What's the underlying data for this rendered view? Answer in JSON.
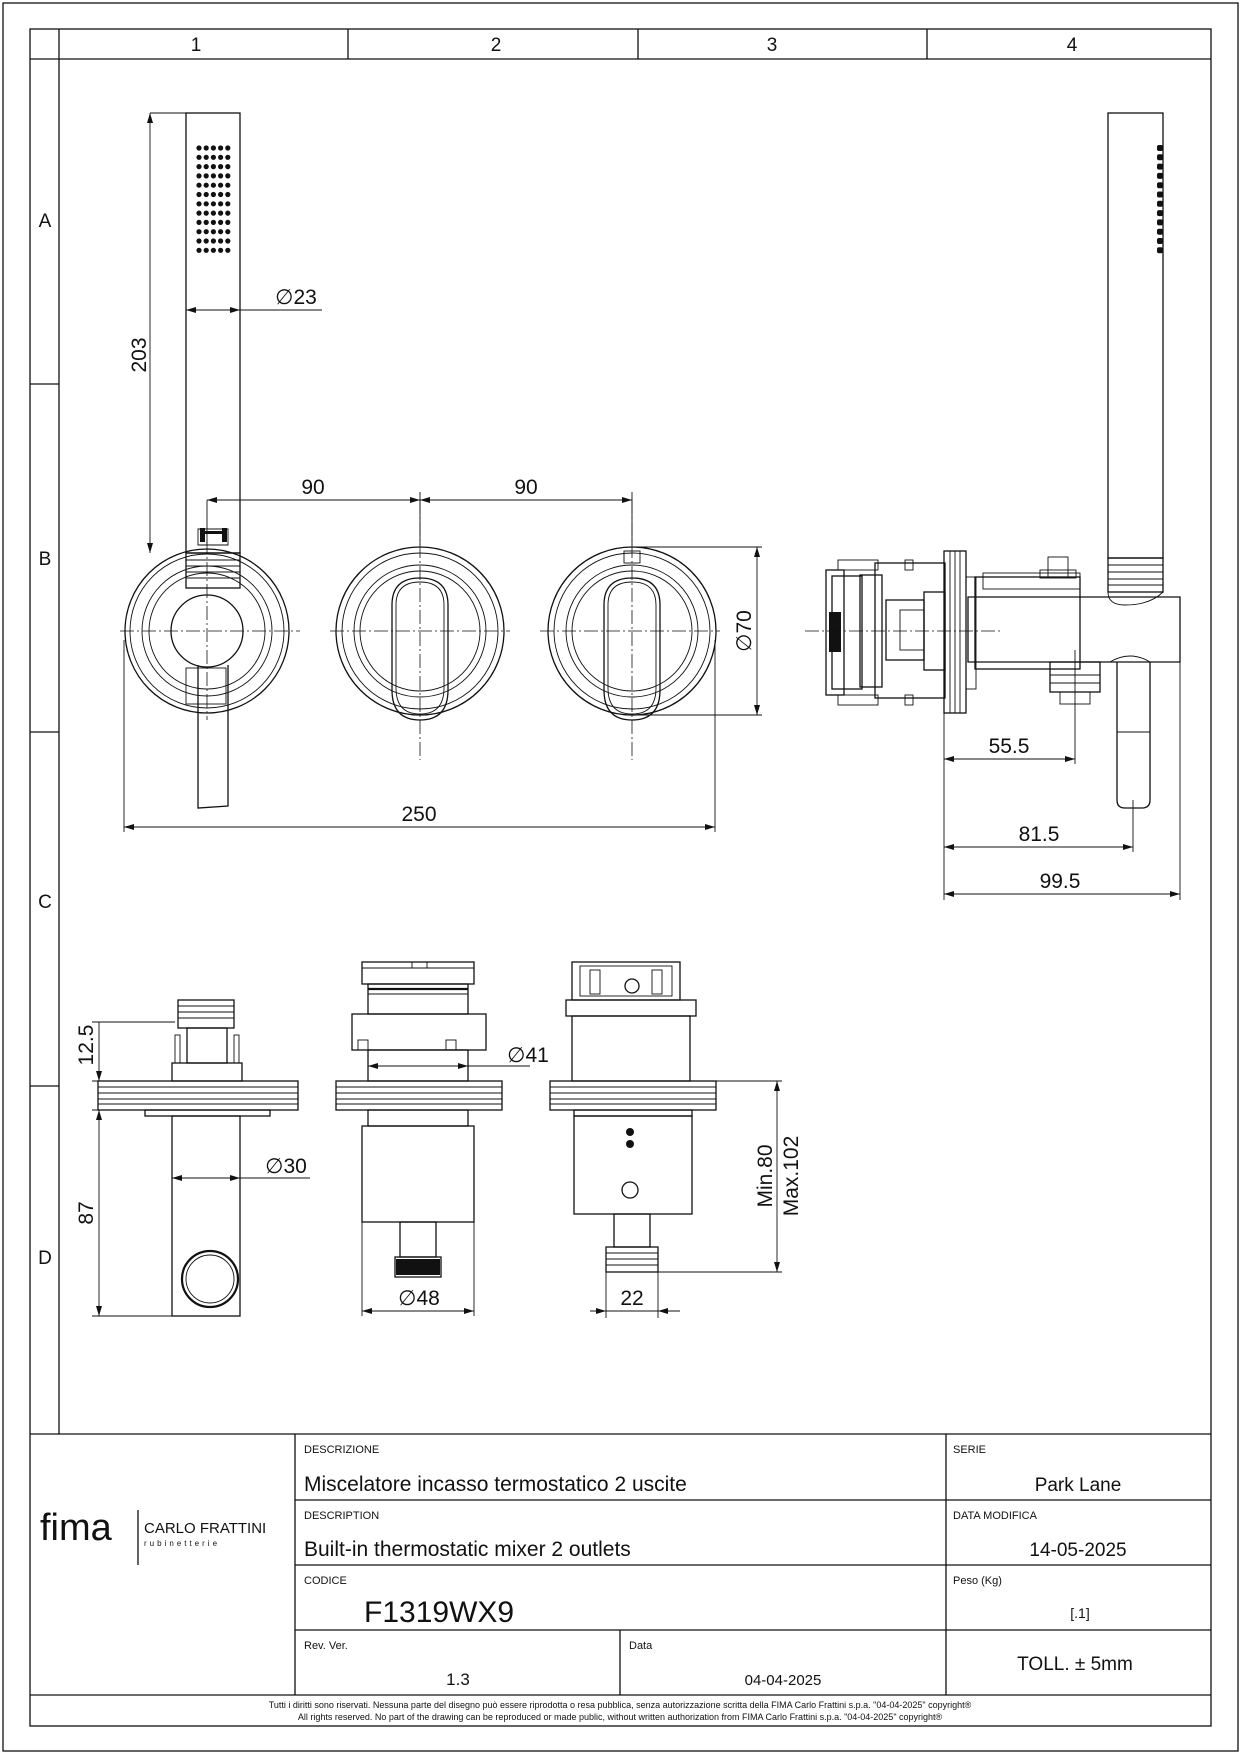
{
  "grid": {
    "columns": [
      "1",
      "2",
      "3",
      "4"
    ],
    "rows": [
      "A",
      "B",
      "C",
      "D"
    ]
  },
  "dimensions": {
    "handshower_length": "203",
    "handshower_diameter": "∅23",
    "spacing_left": "90",
    "spacing_right": "90",
    "plate_diameter": "∅70",
    "total_width": "250",
    "depth_55": "55.5",
    "depth_81": "81.5",
    "depth_99": "99.5",
    "top_12": "12.5",
    "body_87": "87",
    "diameter_30": "∅30",
    "diameter_41": "∅41",
    "diameter_48": "∅48",
    "width_22": "22",
    "min_80": "Min.80",
    "max_102": "Max.102"
  },
  "title_block": {
    "logo_text": "fima",
    "logo_brand": "CARLO FRATTINI",
    "logo_sub": "rubinetterie",
    "descrizione_label": "DESCRIZIONE",
    "descrizione_value": "Miscelatore incasso termostatico 2 uscite",
    "description_label": "DESCRIPTION",
    "description_value": "Built-in thermostatic mixer 2 outlets",
    "codice_label": "CODICE",
    "codice_value": "F1319WX9",
    "serie_label": "SERIE",
    "serie_value": "Park Lane",
    "data_modifica_label": "DATA MODIFICA",
    "data_modifica_value": "14-05-2025",
    "peso_label": "Peso (Kg)",
    "peso_value": "[.1]",
    "rev_label": "Rev. Ver.",
    "rev_value": "1.3",
    "data_label": "Data",
    "data_value": "04-04-2025",
    "toll_value": "TOLL. ± 5mm",
    "copyright_it": "Tutti i diritti sono riservati. Nessuna parte del disegno può essere riprodotta o resa pubblica, senza autorizzazione scritta della FIMA Carlo Frattini s.p.a. \"04-04-2025\" copyright®",
    "copyright_en": "All rights reserved. No part of the drawing can be reproduced or made public, without written authorization from FIMA Carlo Frattini s.p.a. \"04-04-2025\" copyright®"
  }
}
